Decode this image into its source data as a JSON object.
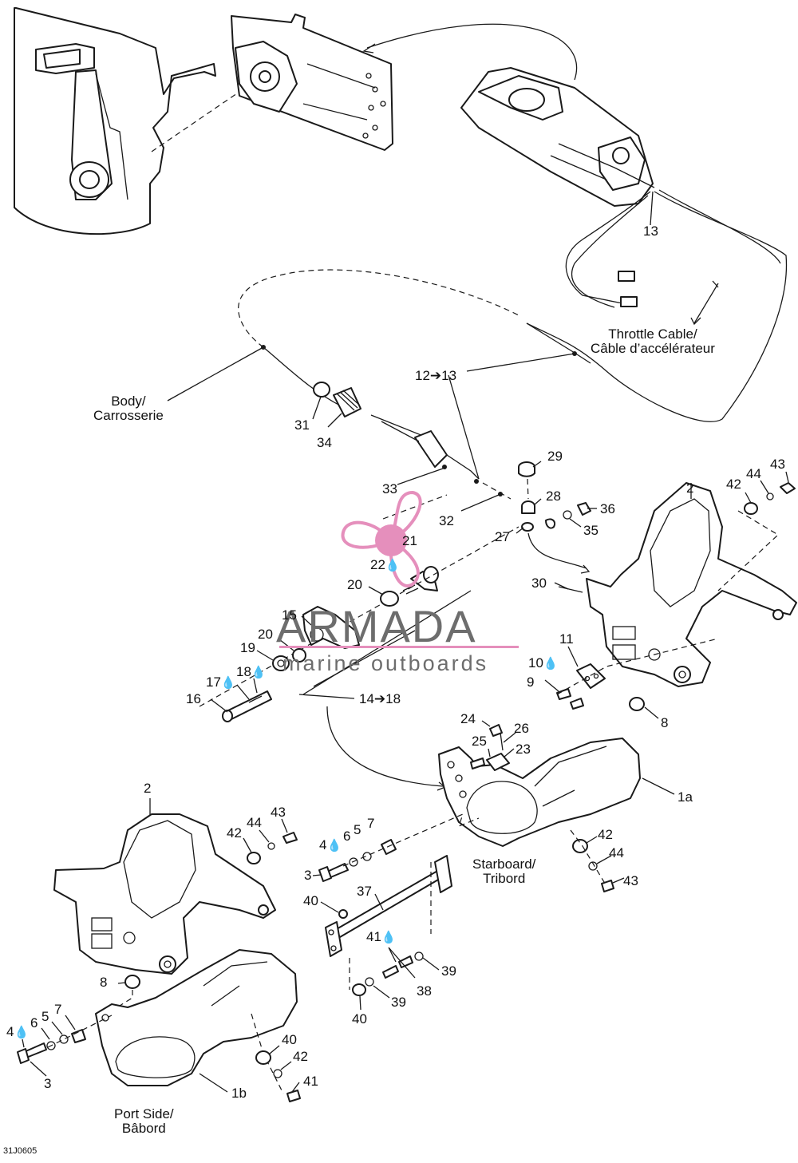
{
  "labels": {
    "n13_top": "13",
    "throttle_cable": "Throttle Cable/\nCâble d’accélérateur",
    "n12_13": "12➔13",
    "body": "Body/\nCarrosserie",
    "n31": "31",
    "n34": "34",
    "n29": "29",
    "n33": "33",
    "n28": "28",
    "n32": "32",
    "n36": "36",
    "n35": "35",
    "n27": "27",
    "n21": "21",
    "n22": "22",
    "n2_right": "2",
    "n42_right": "42",
    "n44_right": "44",
    "n43_right": "43",
    "n30": "30",
    "n20a": "20",
    "n15": "15",
    "n20b": "20",
    "n19": "19",
    "n18": "18",
    "n17": "17",
    "n16": "16",
    "n14_18": "14➔18",
    "n11": "11",
    "n10": "10",
    "n9": "9",
    "n8_right": "8",
    "n24": "24",
    "n25": "25",
    "n26": "26",
    "n23": "23",
    "n1a": "1a",
    "n2_left": "2",
    "n42_left": "42",
    "n44_left": "44",
    "n43_left": "43",
    "n4_mid": "4",
    "n6_mid": "6",
    "n5_mid": "5",
    "n7_mid": "7",
    "n3_mid": "3",
    "starboard": "Starboard/\nTribord",
    "n42_sb": "42",
    "n44_sb": "44",
    "n43_sb": "43",
    "n40_top": "40",
    "n37": "37",
    "n41": "41",
    "n39_right": "39",
    "n38": "38",
    "n39_bottom": "39",
    "n40_bottom": "40",
    "n8_left": "8",
    "n4_left": "4",
    "n6_left": "6",
    "n5_left": "5",
    "n7_left": "7",
    "n3_left": "3",
    "n40_pb": "40",
    "n42_pb": "42",
    "n41_pb": "41",
    "n1b": "1b",
    "port_side": "Port Side/\nBâbord"
  },
  "drop_icon": "💧",
  "watermark": {
    "title": "ARMADA",
    "subtitle": "marine outboards",
    "brand_color": "#e58fbc",
    "text_color": "#6d6d6d"
  },
  "figure_code": "31J0605"
}
